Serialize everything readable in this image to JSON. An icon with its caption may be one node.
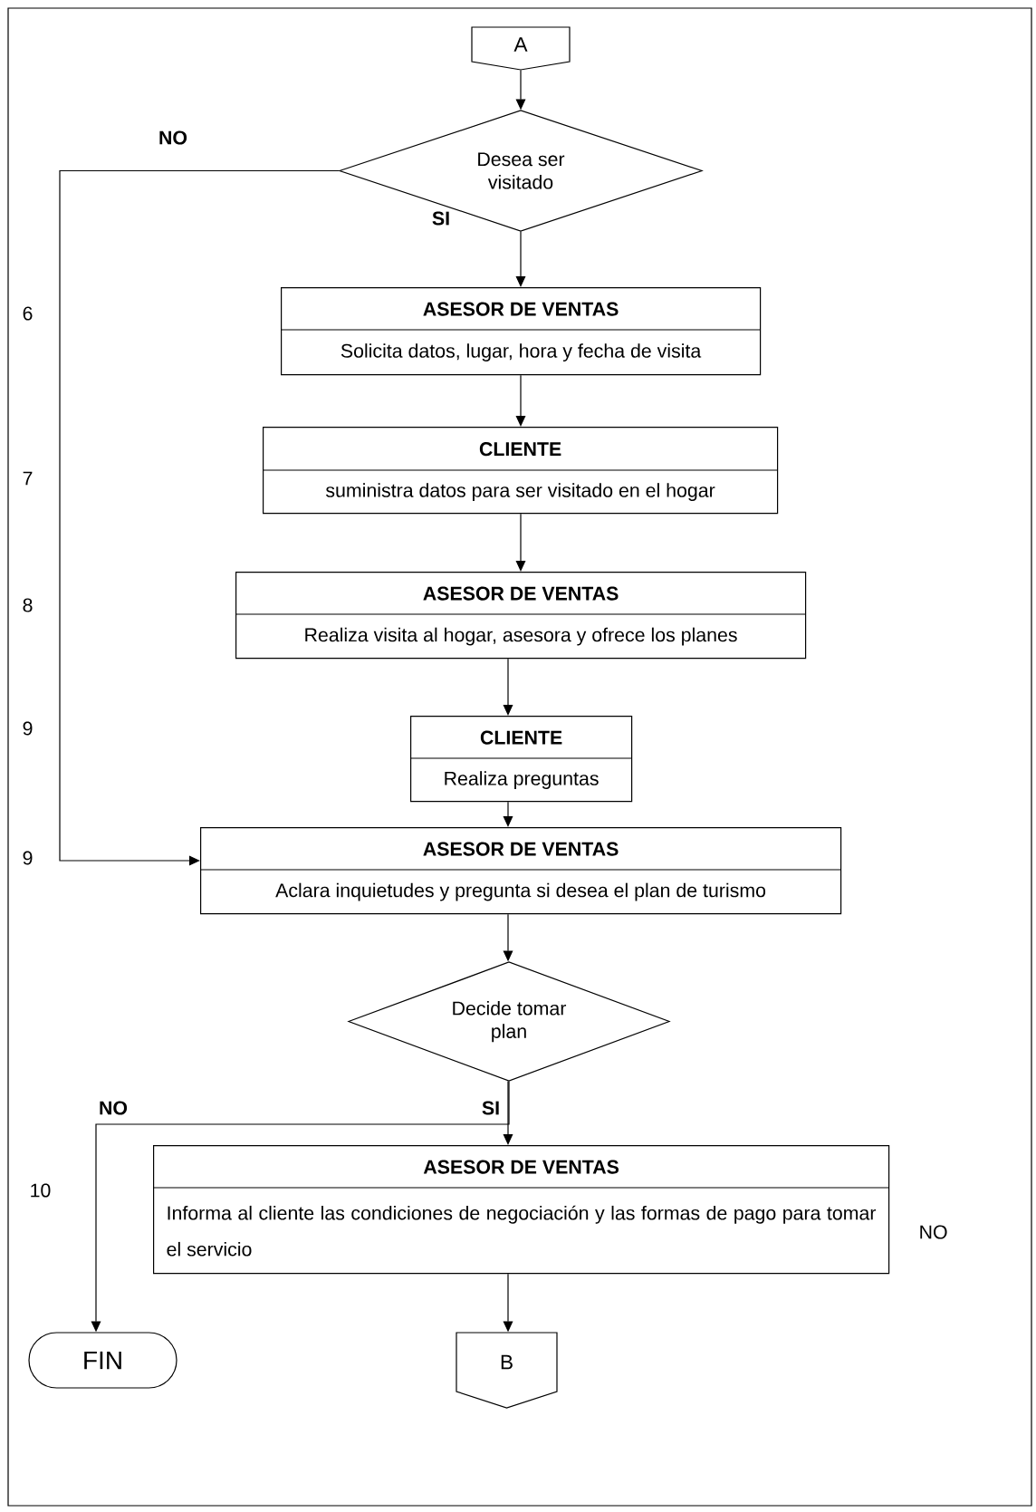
{
  "diagram": {
    "nodes": [
      {
        "text": [
          "A"
        ]
      },
      {
        "text": [
          "Desea ser visitado"
        ]
      },
      {
        "text": [
          "ASESOR DE VENTAS",
          "Solicita datos, lugar, hora y fecha de visita"
        ]
      },
      {
        "text": [
          "CLIENTE",
          "suministra datos para ser visitado en el hogar"
        ]
      },
      {
        "text": [
          "ASESOR DE VENTAS",
          "Realiza visita al hogar, asesora y ofrece los planes"
        ]
      },
      {
        "text": [
          "CLIENTE",
          "Realiza preguntas"
        ]
      },
      {
        "text": [
          "ASESOR DE VENTAS",
          "Aclara inquietudes y pregunta si desea el plan de turismo"
        ]
      },
      {
        "text": [
          "Decide tomar plan"
        ]
      },
      {
        "text": [
          "ASESOR DE VENTAS",
          "Informa al cliente las condiciones de negociación y las formas de pago para tomar el servicio"
        ]
      },
      {
        "text": [
          "FIN"
        ]
      },
      {
        "text": [
          "B"
        ]
      }
    ],
    "edges": [
      {
        "from": 0,
        "to": 1,
        "arrow": "to"
      },
      {
        "from": 1,
        "to": 2,
        "arrow": "to",
        "label": "SI"
      },
      {
        "from": 1,
        "to": 6,
        "arrow": "to",
        "label": "NO"
      },
      {
        "from": 2,
        "to": 3,
        "arrow": "to"
      },
      {
        "from": 3,
        "to": 4,
        "arrow": "to"
      },
      {
        "from": 4,
        "to": 5,
        "arrow": "to"
      },
      {
        "from": 5,
        "to": 6,
        "arrow": "to"
      },
      {
        "from": 6,
        "to": 7,
        "arrow": "to"
      },
      {
        "from": 7,
        "to": 8,
        "arrow": "to",
        "label": "SI"
      },
      {
        "from": 7,
        "to": 9,
        "arrow": "to",
        "label": "NO"
      },
      {
        "from": 8,
        "to": 10,
        "arrow": "to"
      }
    ],
    "labels": [
      "6",
      "7",
      "8",
      "9",
      "9",
      "10",
      "NO"
    ]
  }
}
